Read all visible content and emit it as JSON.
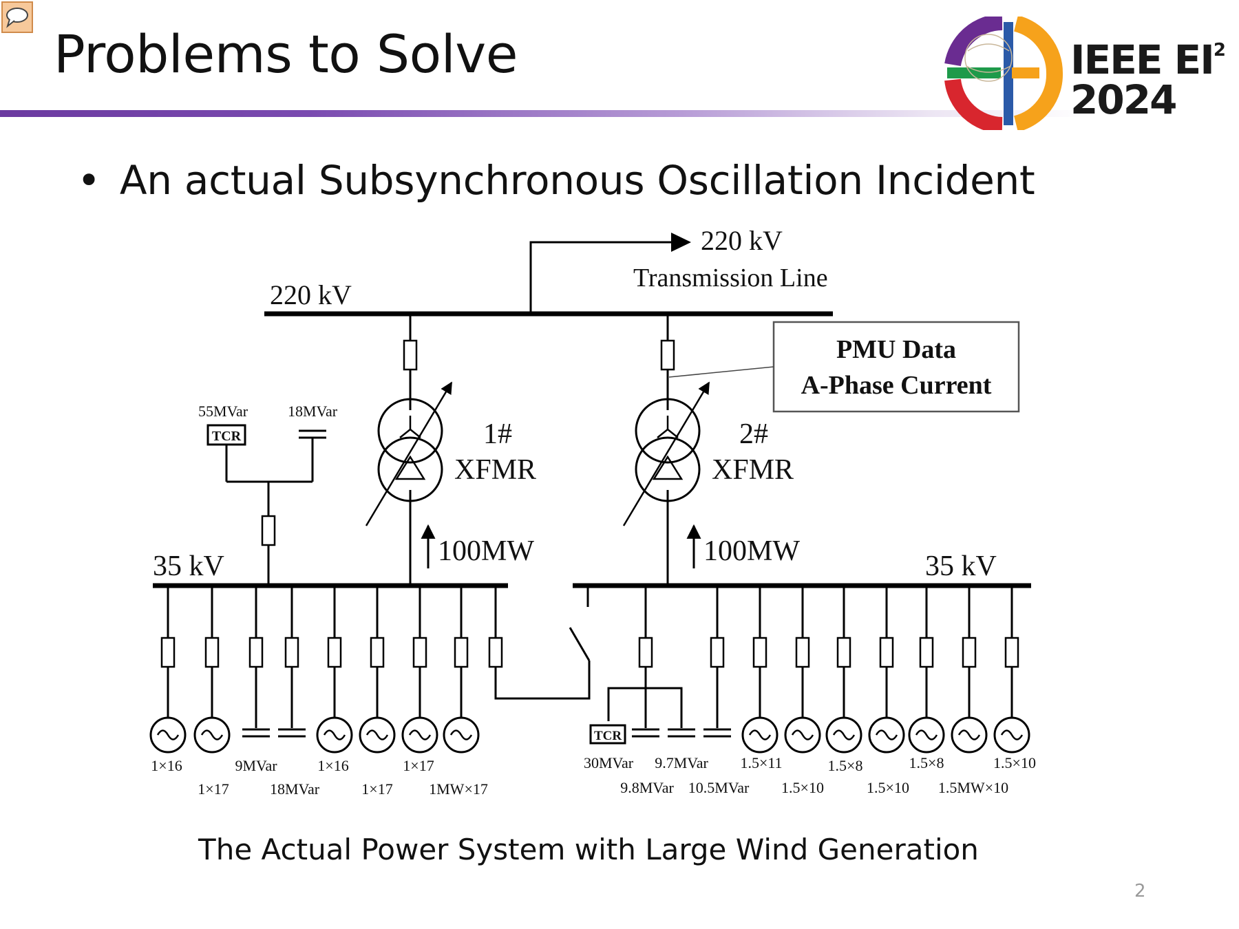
{
  "slide": {
    "title": "Problems to Solve",
    "bullet": "An actual Subsynchronous Oscillation Incident",
    "caption": "The Actual Power System with Large Wind Generation",
    "page_number": "2"
  },
  "logo": {
    "line1": "IEEE EI",
    "superscript": "2",
    "line2": "2024",
    "colors": [
      "#6a2c91",
      "#d8262e",
      "#f6a21b",
      "#1e9a4a",
      "#2b5aa8"
    ]
  },
  "diagram": {
    "hv_bus_label": "220 kV",
    "line_label_1": "220 kV",
    "line_label_2": "Transmission Line",
    "pmu_label_1": "PMU Data",
    "pmu_label_2": "A-Phase Current",
    "left_bus_label": "35 kV",
    "right_bus_label": "35 kV",
    "xfmr1_id": "1#",
    "xfmr1_name": "XFMR",
    "xfmr2_id": "2#",
    "xfmr2_name": "XFMR",
    "flow1": "100MW",
    "flow2": "100MW",
    "tcr_tag": "TCR",
    "left_tcr_rating": "55MVar",
    "left_cap_rating": "18MVar",
    "left_feeder_labels_row1": [
      "1×16",
      "9MVar",
      "1×16",
      "1×17"
    ],
    "left_feeder_labels_row2": [
      "1×17",
      "18MVar",
      "1×17",
      "1MW×17"
    ],
    "right_feeder_labels_row1": [
      "30MVar",
      "9.7MVar",
      "1.5×11",
      "1.5×8",
      "1.5×8",
      "1.5×10"
    ],
    "right_feeder_labels_row2": [
      "9.8MVar",
      "10.5MVar",
      "1.5×10",
      "1.5×10",
      "1.5MW×10"
    ]
  }
}
